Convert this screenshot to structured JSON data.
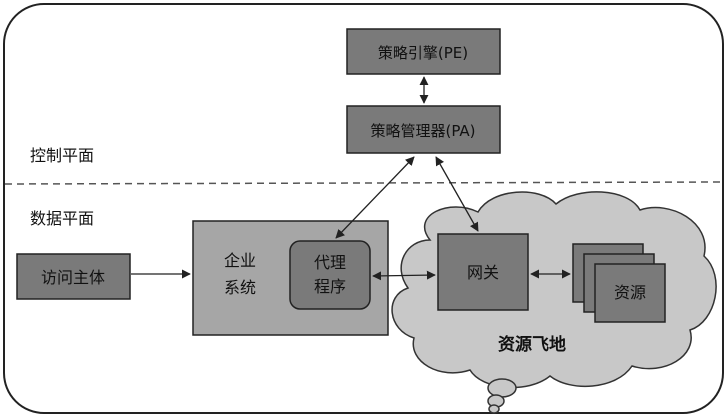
{
  "planes": {
    "control": "控制平面",
    "data": "数据平面"
  },
  "nodes": {
    "pe": "策略引擎(PE)",
    "pa": "策略管理器(PA)",
    "subject": "访问主体",
    "enterprise_line1": "企业",
    "enterprise_line2": "系统",
    "agent_line1": "代理",
    "agent_line2": "程序",
    "gateway": "网关",
    "resource": "资源",
    "enclave": "资源飞地"
  },
  "colors": {
    "box_dark": "#7a7a7a",
    "box_light": "#a6a6a6",
    "cloud_fill": "#c8c8c8",
    "stroke": "#222222"
  }
}
